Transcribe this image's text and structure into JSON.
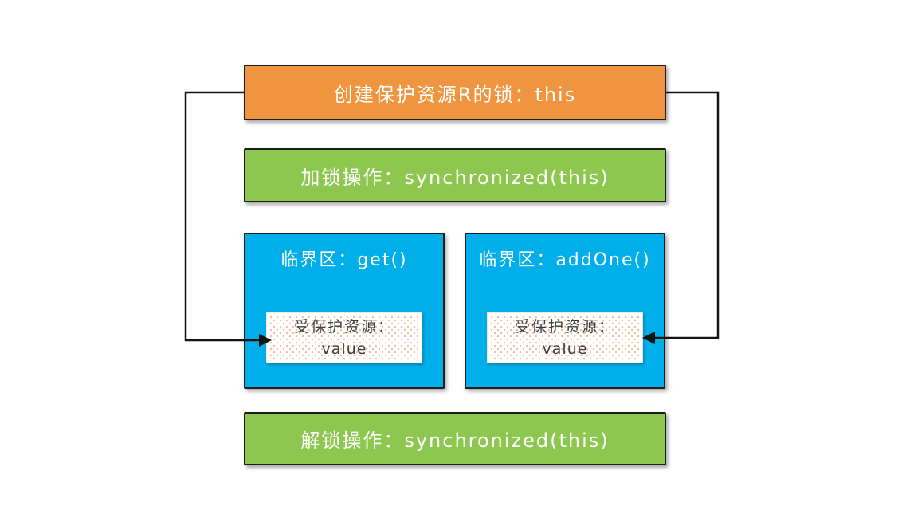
{
  "diagram": {
    "create_lock_box": {
      "label": "创建保护资源R的锁：this",
      "color": "#F0953F"
    },
    "lock_box": {
      "label": "加锁操作：synchronized(this)",
      "color": "#8EC750"
    },
    "critical_sections": [
      {
        "label": "临界区：get()",
        "color": "#00AEEA",
        "resource": {
          "title": "受保护资源：",
          "value": "value"
        }
      },
      {
        "label": "临界区：addOne()",
        "color": "#00AEEA",
        "resource": {
          "title": "受保护资源：",
          "value": "value"
        }
      }
    ],
    "unlock_box": {
      "label": "解锁操作：synchronized(this)",
      "color": "#8EC750"
    },
    "styles": {
      "background": "#ffffff",
      "box_border_color": "#1d1d1d",
      "box_text_color": "#ffffff",
      "resource_text_color": "#3d3d3d",
      "resource_dot_color": "#F6BD9C",
      "arrow_color": "#141414"
    }
  }
}
